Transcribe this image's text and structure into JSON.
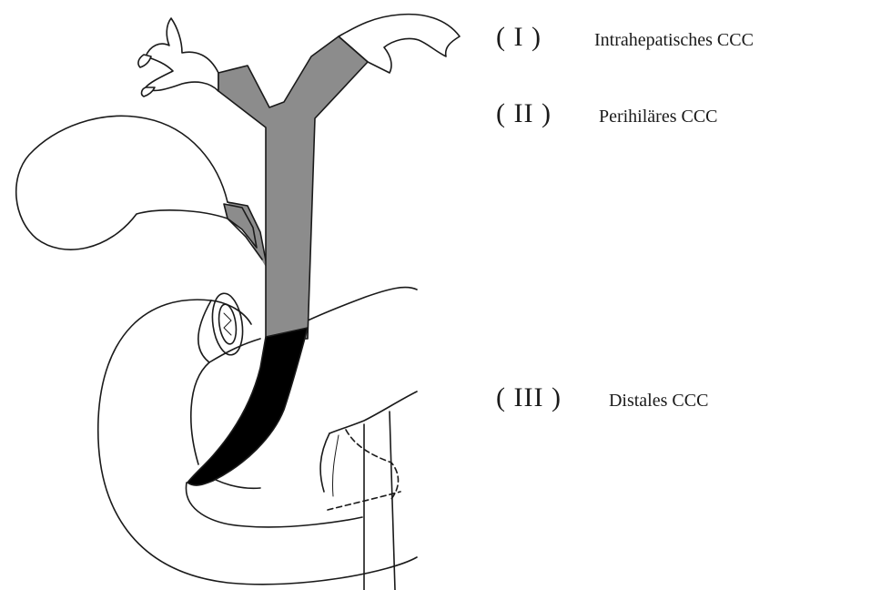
{
  "labels": [
    {
      "numeral": "( I )",
      "text": "Intrahepatisches CCC"
    },
    {
      "numeral": "( II )",
      "text": "Perihiläres CCC"
    },
    {
      "numeral": "( III )",
      "text": "Distales CCC"
    }
  ],
  "colors": {
    "outline": "#1a1a1a",
    "perihilar_region": "#8c8c8c",
    "distal_region": "#000000",
    "background": "#ffffff"
  }
}
